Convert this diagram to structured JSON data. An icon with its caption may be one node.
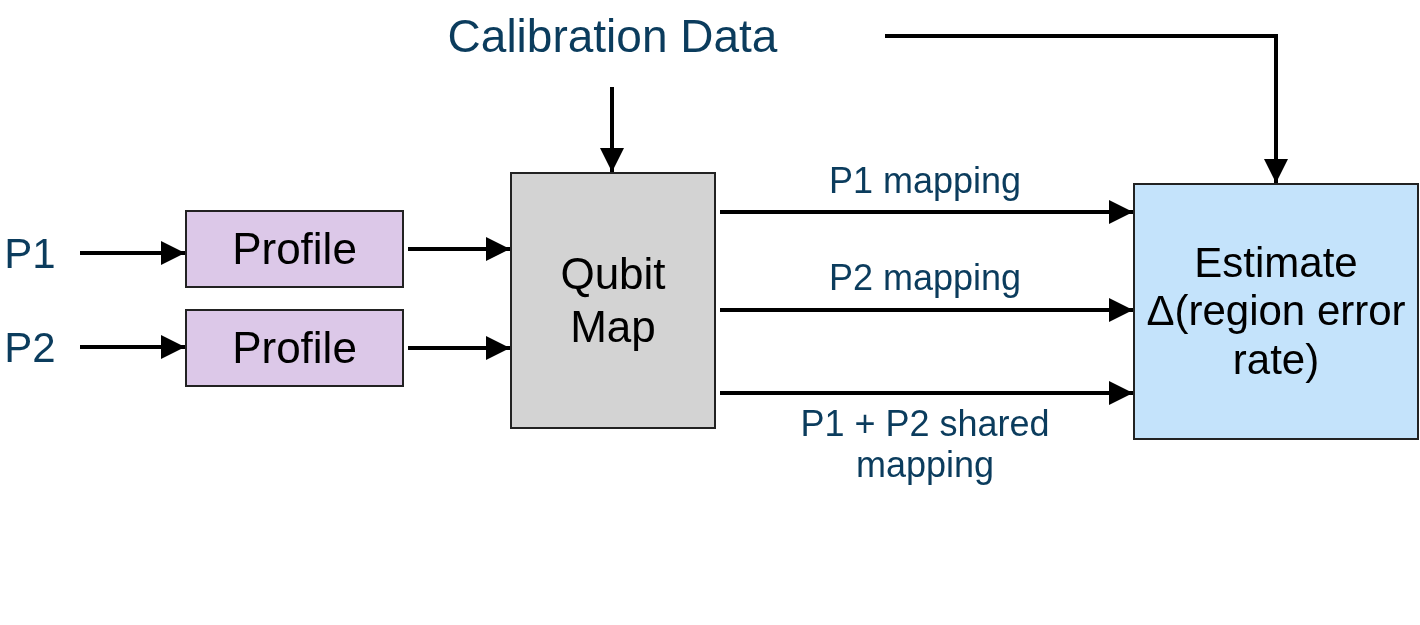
{
  "diagram": {
    "nodes": [
      {
        "text": [
          "Calibration Data"
        ]
      },
      {
        "text": [
          "P1"
        ]
      },
      {
        "text": [
          "P2"
        ]
      },
      {
        "text": [
          "Profile"
        ]
      },
      {
        "text": [
          "Profile"
        ]
      },
      {
        "text": [
          "Qubit Map"
        ]
      },
      {
        "text": [
          "Estimate Δ(region error rate)"
        ]
      }
    ],
    "edges": [
      {
        "from": 0,
        "to": 5,
        "arrow": "to"
      },
      {
        "from": 0,
        "to": 6,
        "arrow": "to"
      },
      {
        "from": 1,
        "to": 3,
        "arrow": "to"
      },
      {
        "from": 2,
        "to": 4,
        "arrow": "to"
      },
      {
        "from": 3,
        "to": 5,
        "arrow": "to"
      },
      {
        "from": 4,
        "to": 5,
        "arrow": "to"
      },
      {
        "from": 5,
        "to": 6,
        "arrow": "to",
        "label": "P1 mapping"
      },
      {
        "from": 5,
        "to": 6,
        "arrow": "to",
        "label": "P2 mapping"
      },
      {
        "from": 5,
        "to": 6,
        "arrow": "to",
        "label": "P1 + P2 shared mapping"
      }
    ]
  }
}
